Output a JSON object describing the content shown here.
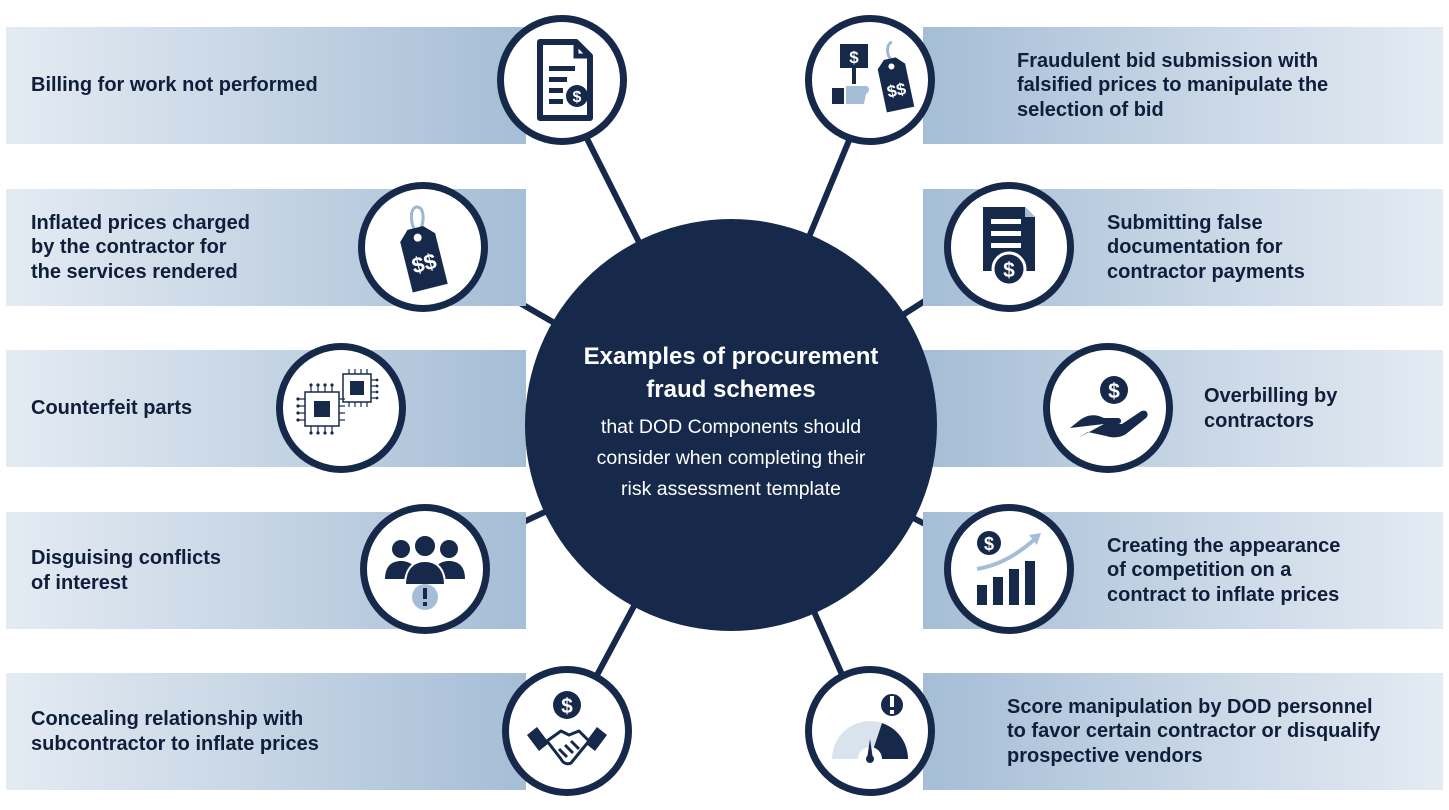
{
  "center": {
    "title": "Examples of procurement\nfraud schemes",
    "subtitle": "that DOD Components should\nconsider when completing their\nrisk assessment template"
  },
  "left_items": [
    {
      "label": "Billing for work not performed",
      "icon": "invoice-dollar-icon"
    },
    {
      "label": "Inflated prices charged\nby the contractor for\nthe services rendered",
      "icon": "price-tag-icon"
    },
    {
      "label": "Counterfeit parts",
      "icon": "microchip-icon"
    },
    {
      "label": "Disguising conflicts\nof interest",
      "icon": "people-warning-icon"
    },
    {
      "label": "Concealing relationship with\nsubcontractor to inflate prices",
      "icon": "handshake-dollar-icon"
    }
  ],
  "right_items": [
    {
      "label": "Fraudulent bid submission with\nfalsified prices to manipulate the\nselection of bid",
      "icon": "bid-sign-price-tag-icon"
    },
    {
      "label": "Submitting false\ndocumentation for\ncontractor payments",
      "icon": "document-dollar-icon"
    },
    {
      "label": "Overbilling by\ncontractors",
      "icon": "hand-coin-icon"
    },
    {
      "label": "Creating the appearance\nof competition on a\ncontract to inflate prices",
      "icon": "rising-chart-dollar-icon"
    },
    {
      "label": "Score manipulation by DOD personnel\nto favor certain contractor or disqualify\nprospective vendors",
      "icon": "gauge-warning-icon"
    }
  ],
  "colors": {
    "navy": "#16294a",
    "light_blue": "#a5bdd6",
    "pale_blue": "#e4ebf3"
  }
}
